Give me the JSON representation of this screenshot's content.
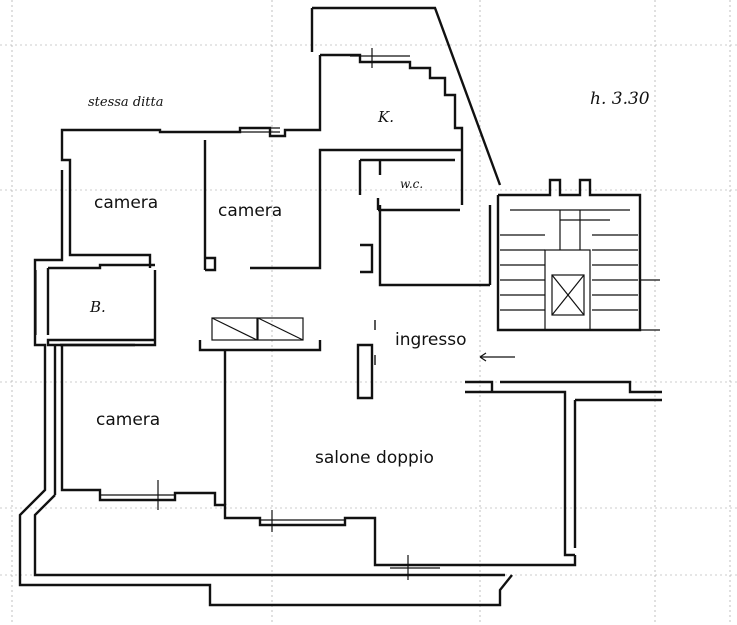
{
  "plan": {
    "height_note": "h. 3.30",
    "owner_note": "stessa ditta",
    "rooms": {
      "camera_top_left": "camera",
      "camera_top_mid": "camera",
      "kitchen": "K.",
      "wc": "w.c.",
      "bath": "B.",
      "ingresso": "ingresso",
      "camera_bottom": "camera",
      "salone": "salone doppio"
    }
  }
}
